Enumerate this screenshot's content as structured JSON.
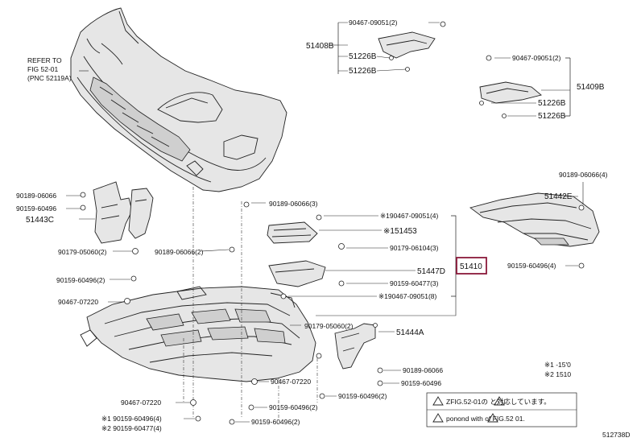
{
  "diagram": {
    "refer_note": [
      "REFER TO",
      "FIG  52-01",
      "(PNC  52119A)"
    ],
    "labels": {
      "b1_1": "90467-09051(2)",
      "b1_2": "51408B",
      "b1_3": "51226B",
      "b1_4": "51226B",
      "b2_1": "90467-09051(2)",
      "b2_2": "51409B",
      "b2_3": "51226B",
      "b2_4": "51226B",
      "l1": "90189-06066",
      "l2": "90159-60496",
      "l3": "51443C",
      "l4": "90179-05060(2)",
      "l5": "90189-06066(2)",
      "l6": "90159-60496(2)",
      "l7": "90467-07220",
      "c1": "90189-06066(3)",
      "c2": "※190467-09051(4)",
      "c3": "※151453",
      "c4": "90179-06104(3)",
      "c5": "51447D",
      "c6": "90159-60477(3)",
      "c7": "※190467-09051(8)",
      "c8": "90179-05060(2)",
      "c9": "51444A",
      "c10": "90189-06066",
      "c11": "90159-60496",
      "c12": "90467-07220",
      "c13": "90159-60496(2)",
      "c14": "90159-60496(2)",
      "c15": "90159-60496(2)",
      "bl1": "90467-07220",
      "bl2": "※1 90159-60496(4)",
      "bl3": "※2 90159-60477(4)",
      "r1": "90189-06066(4)",
      "r2": "51442E",
      "r3": "90159-60496(4)"
    },
    "main_part": "51410",
    "legend": [
      "※1   -15'0",
      "※2 1510"
    ],
    "warning_rows": [
      "ZFIG.52-01の  と対応しています。",
      "ponond with      of FIG.52  01."
    ],
    "figure_code": "512738D"
  }
}
